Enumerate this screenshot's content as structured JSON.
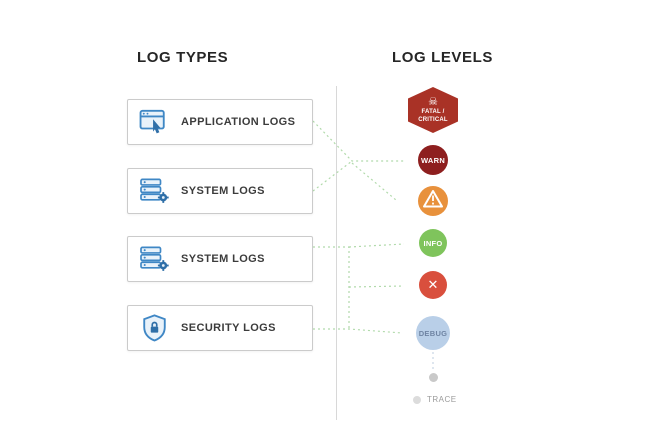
{
  "headers": {
    "log_types": "LOG TYPES",
    "log_levels": "LOG LEVELS"
  },
  "log_types": [
    {
      "label": "APPLICATION LOGS",
      "icon": "application-window-cursor-icon"
    },
    {
      "label": "SYSTEM LOGS",
      "icon": "server-stack-gear-icon"
    },
    {
      "label": "SYSTEM LOGS",
      "icon": "server-stack-gear-icon"
    },
    {
      "label": "SECURITY LOGS",
      "icon": "shield-lock-icon"
    }
  ],
  "log_levels": [
    {
      "label": "FATAL / CRITICAL",
      "label_line1": "FATAL /",
      "label_line2": "CRITICAL",
      "shape": "hexagon",
      "color": "#a93226",
      "text_color": "#ffffff",
      "icon": "skull-icon",
      "glyph": "☠"
    },
    {
      "label": "WARN",
      "shape": "circle",
      "color": "#8e1f1f",
      "text_color": "#ffffff"
    },
    {
      "label": "",
      "shape": "circle",
      "color": "#e8913c",
      "text_color": "#ffffff",
      "icon": "warning-triangle-icon"
    },
    {
      "label": "INFO",
      "shape": "circle",
      "color": "#7fc45c",
      "text_color": "#ffffff"
    },
    {
      "label": "",
      "shape": "circle",
      "color": "#d94f3d",
      "text_color": "#ffffff",
      "icon": "x-mark-icon",
      "glyph": "✕"
    },
    {
      "label": "DEBUG",
      "shape": "circle",
      "color": "#b9cfe8",
      "text_color": "#6f84a3"
    },
    {
      "label": "",
      "shape": "dot",
      "color": "#c9c9c9"
    },
    {
      "label": "TRACE",
      "shape": "dot",
      "color": "#dcdcdc",
      "text_color": "#9b9b9b"
    }
  ],
  "colors": {
    "connector_green": "#a9d6a2",
    "connector_blue": "#c9d6e4",
    "divider": "#d8d8d8",
    "box_border": "#cbcbcb",
    "icon_blue": "#3f87c5",
    "icon_blue_dark": "#2f6fa8"
  }
}
